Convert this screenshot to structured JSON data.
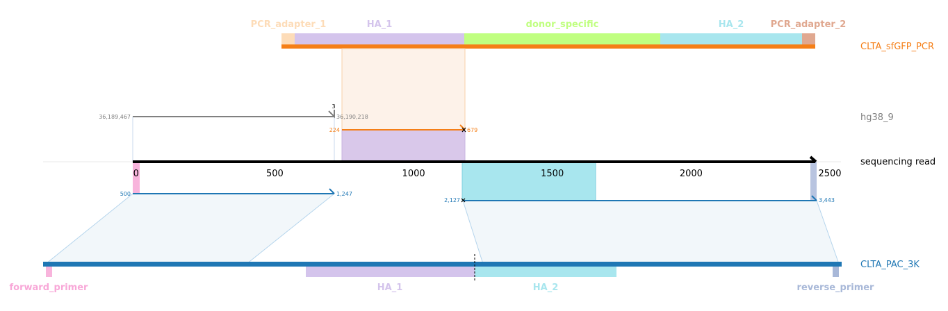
{
  "tracks": {
    "donor": {
      "name": "CLTA_sfGFP_PCR",
      "color": "#f57f17"
    },
    "genome": {
      "name": "hg38_9",
      "color": "#808080"
    },
    "read": {
      "name": "sequencing read",
      "color": "#000000"
    },
    "plasmid": {
      "name": "CLTA_PAC_3K",
      "color": "#1f77b4"
    }
  },
  "donor_features": [
    {
      "name": "PCR_adapter_1",
      "color": "#fddcb8"
    },
    {
      "name": "HA_1",
      "color": "#d4c4ec"
    },
    {
      "name": "donor_specific",
      "color": "#c0ff80"
    },
    {
      "name": "HA_2",
      "color": "#a8e6ee"
    },
    {
      "name": "PCR_adapter_2",
      "color": "#e0a890"
    }
  ],
  "plasmid_features": [
    {
      "name": "forward_primer",
      "color": "#f8b4dc"
    },
    {
      "name": "HA_1",
      "color": "#d4c4ec"
    },
    {
      "name": "HA_2",
      "color": "#a8e6ee"
    },
    {
      "name": "reverse_primer",
      "color": "#a8b8d8"
    }
  ],
  "read_axis": {
    "range": [
      -335,
      2540
    ],
    "ticks": [
      "0",
      "500",
      "1000",
      "1500",
      "2000",
      "2500"
    ]
  },
  "alignments": {
    "genome": {
      "start": "36,189,467",
      "end": "36,190,218",
      "mismatch_label": "3"
    },
    "donor": {
      "start": "224",
      "end": "679"
    },
    "plasmid_1": {
      "start": "500",
      "end": "1,247"
    },
    "plasmid_2": {
      "start": "2,127",
      "end": "3,443"
    }
  }
}
